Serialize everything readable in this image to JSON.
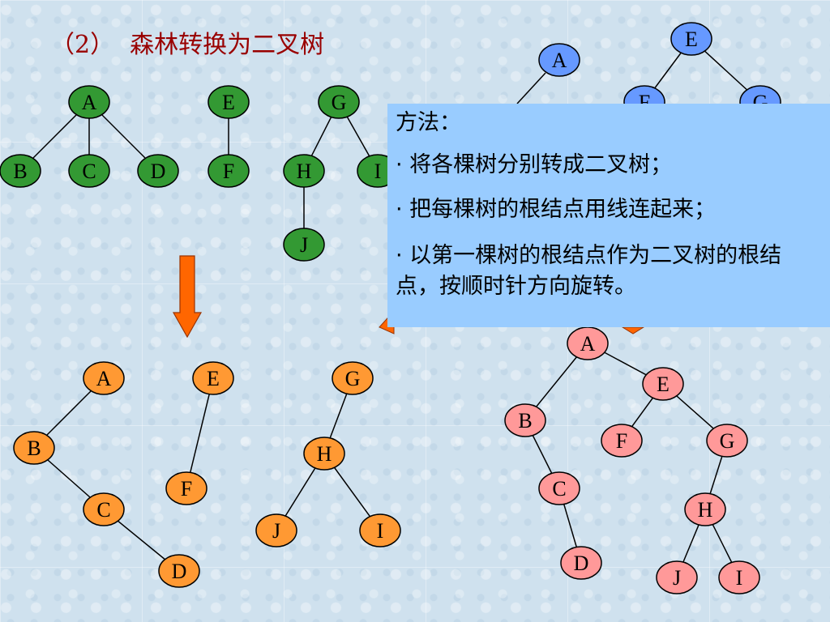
{
  "title": "（2）  森林转换为二叉树",
  "colors": {
    "forest_node": "#339933",
    "intermediate_node": "#ff9933",
    "final_node": "#ff9999",
    "top_right_node": "#6699ff",
    "arrow": "#ff6600",
    "method_box": "#99ccff",
    "title": "#990000"
  },
  "method": {
    "heading": "方法：",
    "steps": [
      "· 将各棵树分别转成二叉树；",
      "· 把每棵树的根结点用线连起来；",
      "·  以第一棵树的根结点作为二叉树的根结点，按顺时针方向旋转。"
    ]
  },
  "trees": {
    "forest": {
      "nodes": [
        "A",
        "B",
        "C",
        "D",
        "E",
        "F",
        "G",
        "H",
        "I",
        "J"
      ],
      "edges": [
        [
          "A",
          "B"
        ],
        [
          "A",
          "C"
        ],
        [
          "A",
          "D"
        ],
        [
          "E",
          "F"
        ],
        [
          "G",
          "H"
        ],
        [
          "G",
          "I"
        ],
        [
          "H",
          "J"
        ]
      ]
    },
    "converted": {
      "nodes": [
        "A",
        "B",
        "C",
        "D",
        "E",
        "F",
        "G",
        "H",
        "J",
        "I"
      ],
      "edges": [
        [
          "A",
          "B"
        ],
        [
          "B",
          "C"
        ],
        [
          "C",
          "D"
        ],
        [
          "E",
          "F"
        ],
        [
          "G",
          "H"
        ],
        [
          "H",
          "J"
        ],
        [
          "H",
          "I"
        ]
      ]
    },
    "connected_partial": {
      "nodes": [
        "A",
        "E",
        "F",
        "G"
      ],
      "edges": [
        [
          "E",
          "F"
        ],
        [
          "E",
          "G"
        ]
      ]
    },
    "final": {
      "nodes": [
        "A",
        "B",
        "C",
        "D",
        "E",
        "F",
        "G",
        "H",
        "J",
        "I"
      ],
      "edges": [
        [
          "A",
          "B"
        ],
        [
          "A",
          "E"
        ],
        [
          "B",
          "C"
        ],
        [
          "C",
          "D"
        ],
        [
          "E",
          "F"
        ],
        [
          "E",
          "G"
        ],
        [
          "G",
          "H"
        ],
        [
          "H",
          "J"
        ],
        [
          "H",
          "I"
        ]
      ]
    }
  }
}
